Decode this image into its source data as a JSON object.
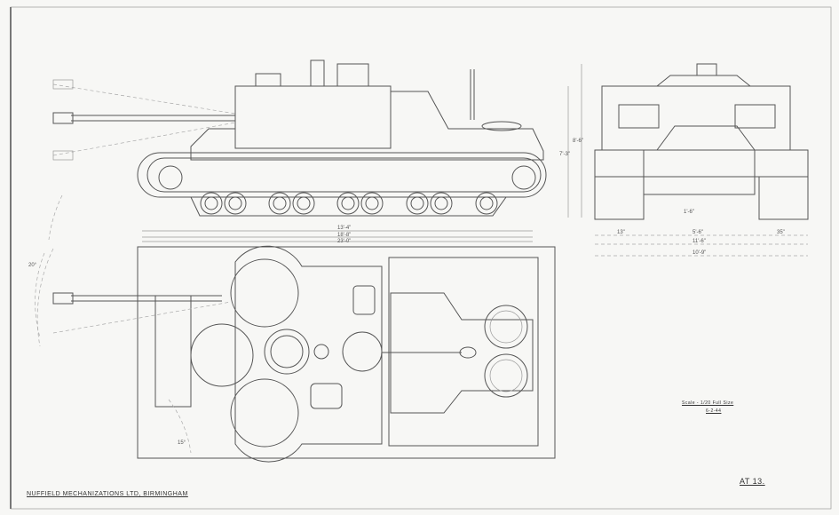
{
  "title_block": {
    "company": "NUFFIELD MECHANIZATIONS LTD, BIRMINGHAM",
    "drawing_number": "AT 13.",
    "scale_note": "Scale - 1/20 Full Size",
    "date": "6-2-44"
  },
  "dimensions": {
    "side_a": "13'-4\"",
    "side_b": "18'-8\"",
    "side_c": "23'-0\"",
    "height_a": "7'-3\"",
    "height_b": "8'-6\"",
    "front_track_left": "13\"",
    "front_center": "5'-6\"",
    "front_track_right": "35\"",
    "front_inner": "11'-6\"",
    "front_overall": "10'-9\"",
    "front_clearance": "1'-6\"",
    "angle_top": "20°",
    "angle_bottom": "15°"
  },
  "colors": {
    "paper": "#f7f7f5",
    "ink": "#555555"
  }
}
